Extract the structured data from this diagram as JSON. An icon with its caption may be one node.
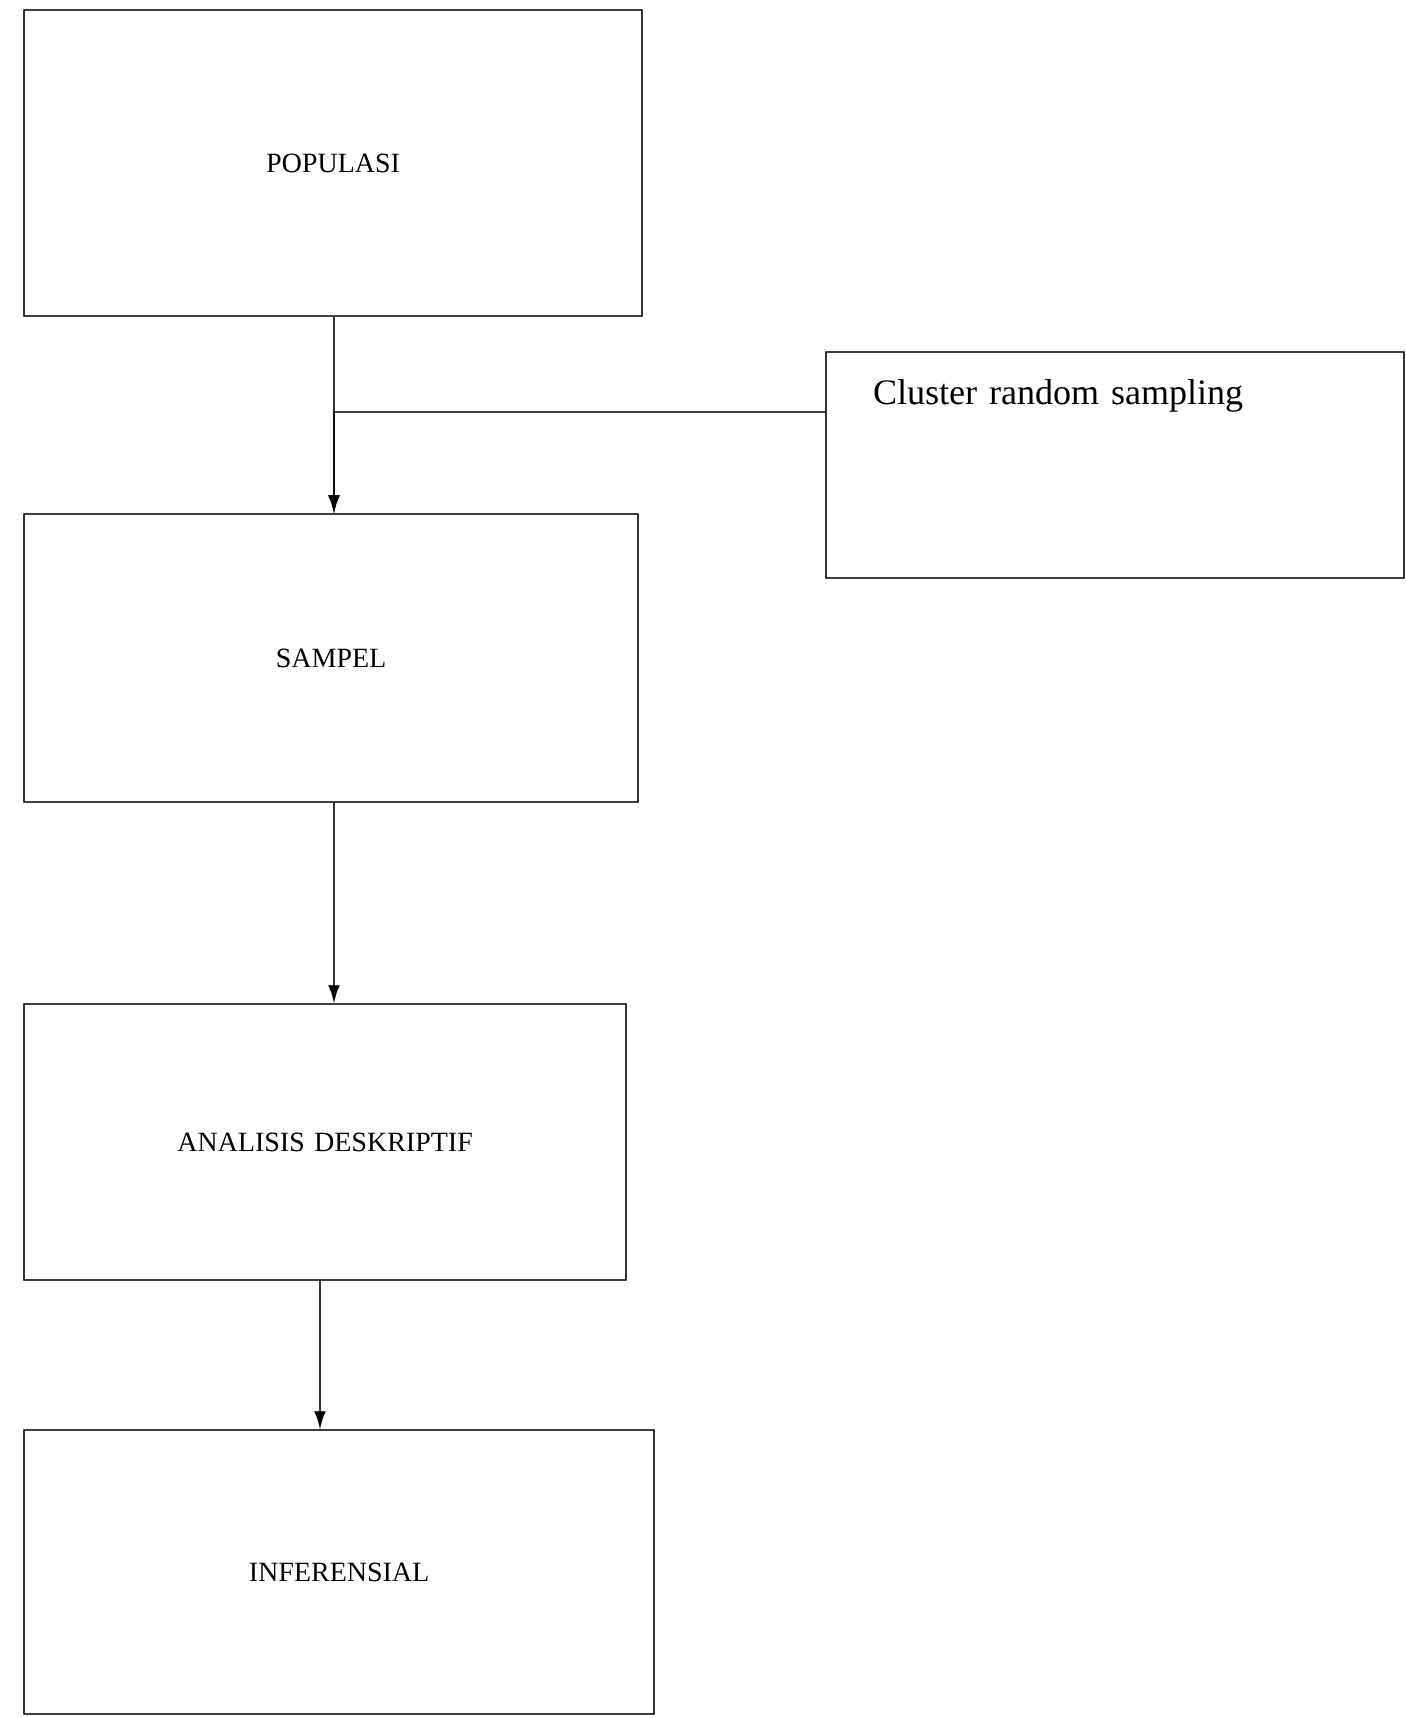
{
  "diagram": {
    "nodes": [
      {
        "text": [
          "POPULASI"
        ]
      },
      {
        "text": [
          "Cluster random sampling"
        ]
      },
      {
        "text": [
          "SAMPEL"
        ]
      },
      {
        "text": [
          "ANALISIS DESKRIPTIF"
        ]
      },
      {
        "text": [
          "INFERENSIAL"
        ]
      }
    ],
    "edges": [
      {
        "from": 0,
        "to": 2,
        "arrow": "to"
      },
      {
        "from": 1,
        "to": 2,
        "arrow": "to"
      },
      {
        "from": 2,
        "to": 3,
        "arrow": "to"
      },
      {
        "from": 3,
        "to": 4,
        "arrow": "to"
      }
    ]
  }
}
